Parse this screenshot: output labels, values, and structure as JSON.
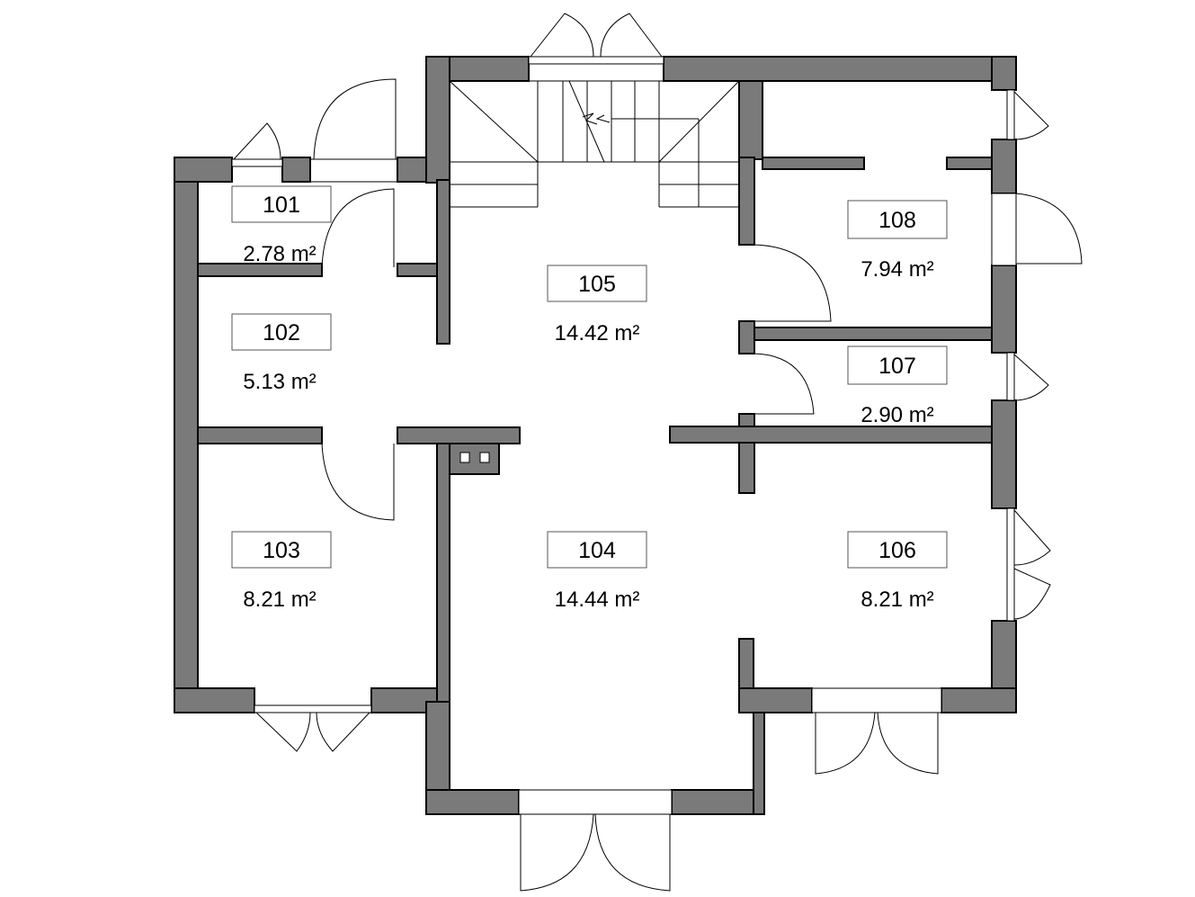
{
  "plan": {
    "wall_color": "#7a7a7a",
    "rooms": [
      {
        "number": "101",
        "area": "2.78 m²"
      },
      {
        "number": "102",
        "area": "5.13 m²"
      },
      {
        "number": "103",
        "area": "8.21 m²"
      },
      {
        "number": "104",
        "area": "14.44 m²"
      },
      {
        "number": "105",
        "area": "14.42 m²"
      },
      {
        "number": "106",
        "area": "8.21 m²"
      },
      {
        "number": "107",
        "area": "2.90 m²"
      },
      {
        "number": "108",
        "area": "7.94 m²"
      }
    ]
  }
}
